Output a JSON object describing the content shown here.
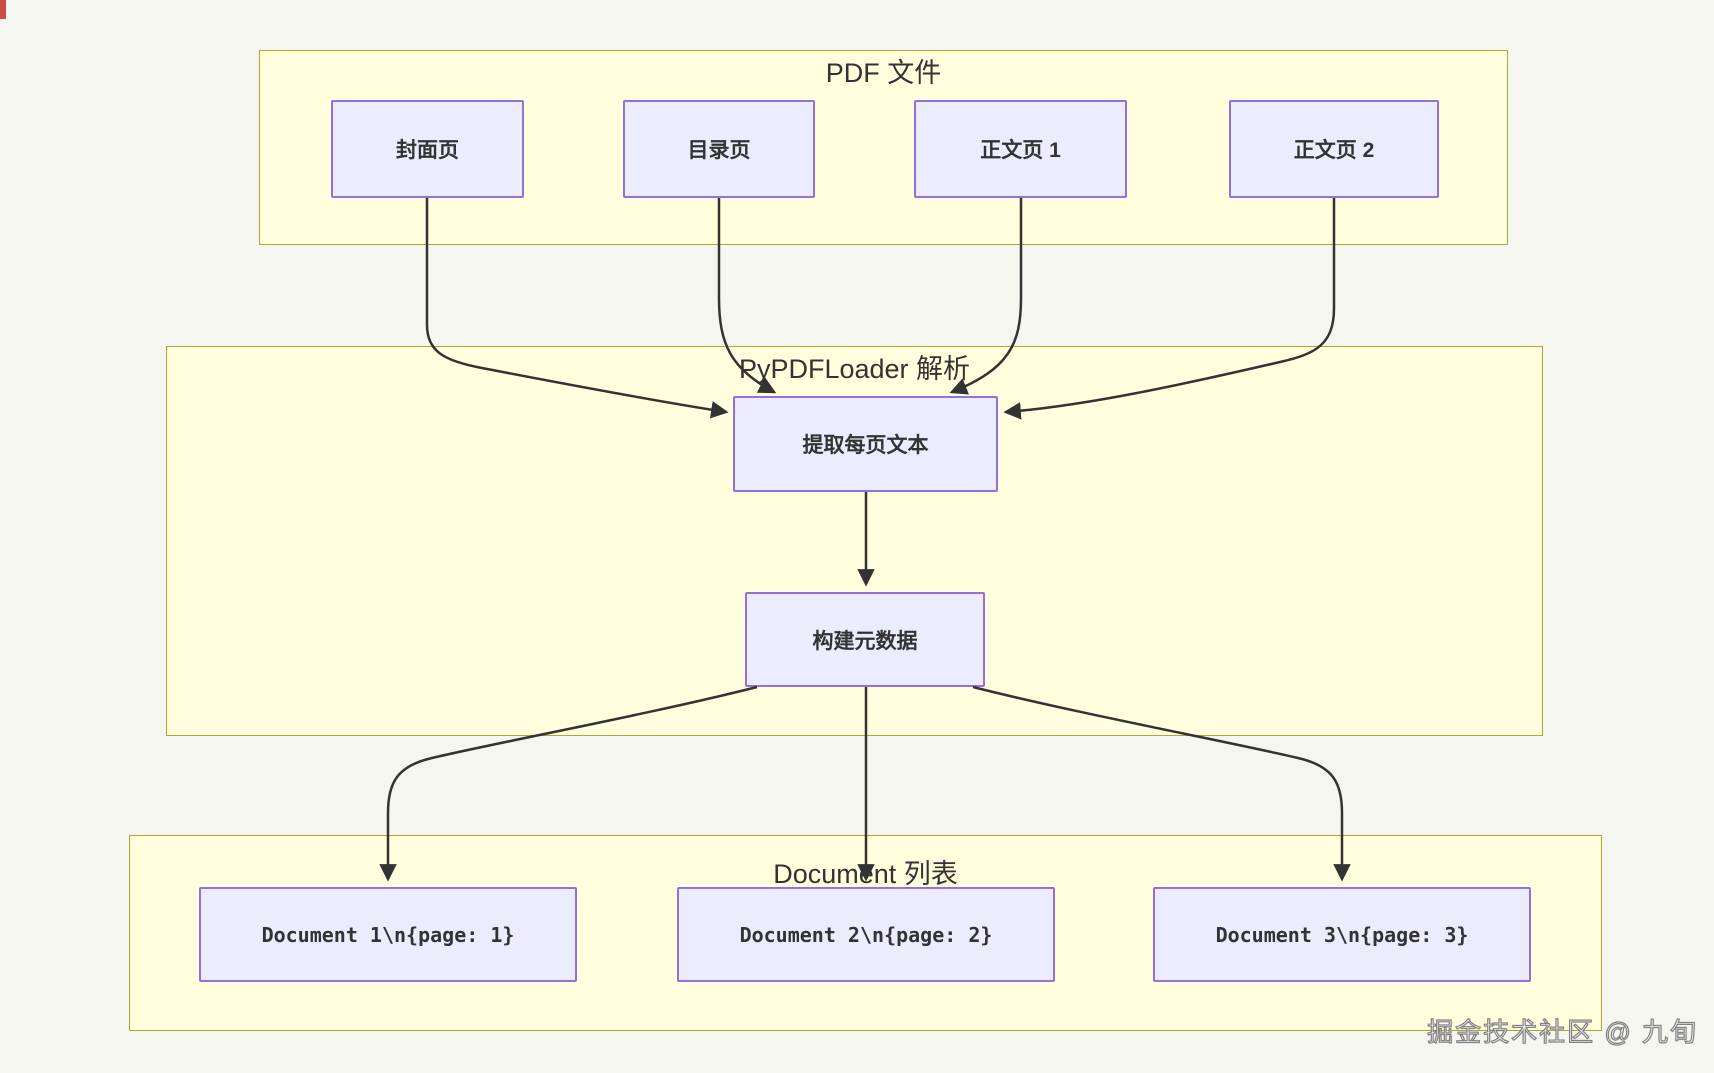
{
  "groups": {
    "pdf": {
      "title": "PDF 文件"
    },
    "loader": {
      "title": "PyPDFLoader 解析"
    },
    "docs": {
      "title": "Document 列表"
    }
  },
  "nodes": {
    "cover": {
      "label": "封面页"
    },
    "toc": {
      "label": "目录页"
    },
    "body1": {
      "label": "正文页 1"
    },
    "body2": {
      "label": "正文页 2"
    },
    "extract": {
      "label": "提取每页文本"
    },
    "metadata": {
      "label": "构建元数据"
    },
    "doc1": {
      "label": "Document 1\\n{page: 1}"
    },
    "doc2": {
      "label": "Document 2\\n{page: 2}"
    },
    "doc3": {
      "label": "Document 3\\n{page: 3}"
    }
  },
  "edges": [
    {
      "from": "封面页",
      "to": "提取每页文本"
    },
    {
      "from": "目录页",
      "to": "提取每页文本"
    },
    {
      "from": "正文页 1",
      "to": "提取每页文本"
    },
    {
      "from": "正文页 2",
      "to": "提取每页文本"
    },
    {
      "from": "提取每页文本",
      "to": "构建元数据"
    },
    {
      "from": "构建元数据",
      "to": "Document 1\\n{page: 1}"
    },
    {
      "from": "构建元数据",
      "to": "Document 2\\n{page: 2}"
    },
    {
      "from": "构建元数据",
      "to": "Document 3\\n{page: 3}"
    }
  ],
  "colors": {
    "page_background": "#F6F6F1",
    "group_fill": "#FFFFDE",
    "group_border": "#AAAA33",
    "node_fill": "#ECECFF",
    "node_border": "#9370DB",
    "edge": "#333333",
    "text": "#333333"
  },
  "watermark": {
    "text": "掘金技术社区 @ 九旬"
  }
}
